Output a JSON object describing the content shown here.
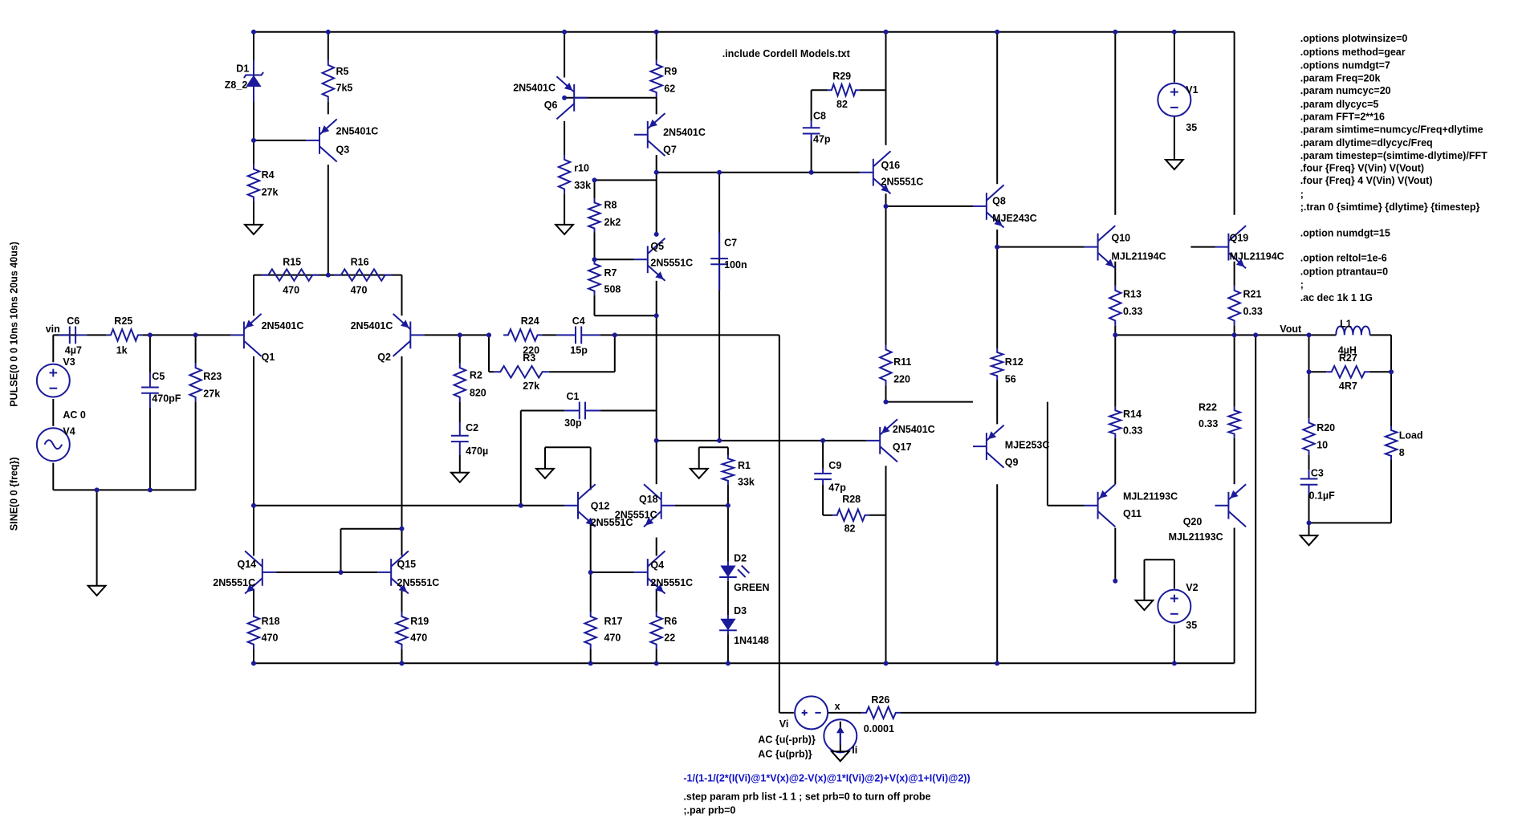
{
  "include": ".include Cordell Models.txt",
  "directives": [
    ".options plotwinsize=0",
    ".options method=gear",
    ".options numdgt=7",
    ".param Freq=20k",
    ".param numcyc=20",
    ".param dlycyc=5",
    ".param FFT=2**16",
    ".param simtime=numcyc/Freq+dlytime",
    ".param dlytime=dlycyc/Freq",
    ".param timestep=(simtime-dlytime)/FFT",
    ".four {Freq} V(Vin) V(Vout)",
    ".four {Freq} 4 V(Vin) V(Vout)",
    ";",
    ";.tran 0 {simtime} {dlytime} {timestep}",
    ".option numdgt=15",
    ".option reltol=1e-6",
    ".option ptrantau=0",
    ";",
    ".ac dec 1k 1 1G"
  ],
  "nets": {
    "vin": "vin",
    "vout": "Vout"
  },
  "sources": {
    "V3": {
      "name": "V3",
      "value": "PULSE(0 0 0 10ns 10ns 20us 40us)"
    },
    "V4": {
      "name": "V4",
      "ac": "AC 0",
      "value": "SINE(0 0 {freq})"
    },
    "V1": {
      "name": "V1",
      "value": "35"
    },
    "V2": {
      "name": "V2",
      "value": "35"
    },
    "Vi": {
      "name": "Vi",
      "ac1": "AC {u(-prb)}",
      "ac2": "AC {u(prb)}"
    },
    "Ii": {
      "name": "Ii"
    },
    "x_label": "x"
  },
  "transistors": [
    {
      "name": "Q1",
      "model": "2N5401C"
    },
    {
      "name": "Q2",
      "model": "2N5401C"
    },
    {
      "name": "Q3",
      "model": "2N5401C"
    },
    {
      "name": "Q4",
      "model": "2N5551C"
    },
    {
      "name": "Q5",
      "model": "2N5551C"
    },
    {
      "name": "Q6",
      "model": "2N5401C"
    },
    {
      "name": "Q7",
      "model": "2N5401C"
    },
    {
      "name": "Q8",
      "model": "MJE243C"
    },
    {
      "name": "Q9",
      "model": "MJE253C"
    },
    {
      "name": "Q10",
      "model": "MJL21194C"
    },
    {
      "name": "Q11",
      "model": "MJL21193C"
    },
    {
      "name": "Q12",
      "model": "2N5551C"
    },
    {
      "name": "Q14",
      "model": "2N5551C"
    },
    {
      "name": "Q15",
      "model": "2N5551C"
    },
    {
      "name": "Q16",
      "model": "2N5551C"
    },
    {
      "name": "Q17",
      "model": "2N5401C"
    },
    {
      "name": "Q18",
      "model": "2N5551C"
    },
    {
      "name": "Q19",
      "model": "MJL21194C"
    },
    {
      "name": "Q20",
      "model": "MJL21193C"
    }
  ],
  "resistors": [
    {
      "name": "R1",
      "value": "33k"
    },
    {
      "name": "R2",
      "value": "820"
    },
    {
      "name": "R3",
      "value": "27k"
    },
    {
      "name": "R4",
      "value": "27k"
    },
    {
      "name": "R5",
      "value": "7k5"
    },
    {
      "name": "R6",
      "value": "22"
    },
    {
      "name": "R7",
      "value": "508"
    },
    {
      "name": "R8",
      "value": "2k2"
    },
    {
      "name": "R9",
      "value": "62"
    },
    {
      "name": "r10",
      "value": "33k"
    },
    {
      "name": "R11",
      "value": "220"
    },
    {
      "name": "R12",
      "value": "56"
    },
    {
      "name": "R13",
      "value": "0.33"
    },
    {
      "name": "R14",
      "value": "0.33"
    },
    {
      "name": "R15",
      "value": "470"
    },
    {
      "name": "R16",
      "value": "470"
    },
    {
      "name": "R17",
      "value": "470"
    },
    {
      "name": "R18",
      "value": "470"
    },
    {
      "name": "R19",
      "value": "470"
    },
    {
      "name": "R20",
      "value": "10"
    },
    {
      "name": "R21",
      "value": "0.33"
    },
    {
      "name": "R22",
      "value": "0.33"
    },
    {
      "name": "R23",
      "value": "27k"
    },
    {
      "name": "R24",
      "value": "220"
    },
    {
      "name": "R25",
      "value": "1k"
    },
    {
      "name": "R26",
      "value": "0.0001"
    },
    {
      "name": "R27",
      "value": "4R7"
    },
    {
      "name": "R28",
      "value": "82"
    },
    {
      "name": "R29",
      "value": "82"
    },
    {
      "name": "Load",
      "value": "8"
    }
  ],
  "capacitors": [
    {
      "name": "C1",
      "value": "30p"
    },
    {
      "name": "C2",
      "value": "470µ"
    },
    {
      "name": "C3",
      "value": "0.1µF"
    },
    {
      "name": "C4",
      "value": "15p"
    },
    {
      "name": "C5",
      "value": "470pF"
    },
    {
      "name": "C6",
      "value": "4µ7"
    },
    {
      "name": "C7",
      "value": "100n"
    },
    {
      "name": "C8",
      "value": "47p"
    },
    {
      "name": "C9",
      "value": "47p"
    }
  ],
  "diodes": [
    {
      "name": "D1",
      "model": "Z8_2"
    },
    {
      "name": "D2",
      "model": "GREEN"
    },
    {
      "name": "D3",
      "model": "1N4148"
    }
  ],
  "inductors": [
    {
      "name": "L1",
      "value": "4µH"
    }
  ],
  "probe_expr": "-1/(1-1/(2*(I(Vi)@1*V(x)@2-V(x)@1*I(Vi)@2)+V(x)@1+I(Vi)@2))",
  "step_line": ".step param prb list -1 1 ; set prb=0 to turn off probe",
  "par_line": ";.par prb=0"
}
